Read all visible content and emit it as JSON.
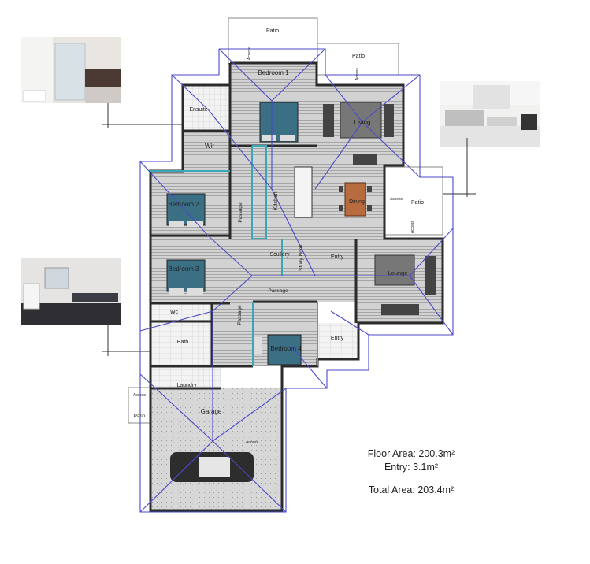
{
  "rooms": {
    "patio_top": "Patio",
    "patio_upper_right": "Patio",
    "patio_right": "Patio",
    "patio_left": "Patio",
    "bedroom1": "Bedroom 1",
    "bedroom2": "Bedroom 2",
    "bedroom3": "Bedroom 3",
    "bedroom4": "Bedroom 4",
    "ensuite": "Ensuite",
    "wir": "Wir",
    "living": "Living",
    "kitchen": "Kitchen",
    "dining": "Dining",
    "passage_left": "Passage",
    "passage_mid": "Passage",
    "passage_lower": "Passage",
    "scullery": "Scullery",
    "study_nook": "Study Nook",
    "entry_upper": "Entry",
    "entry_lower": "Entry",
    "lounge": "Lounge",
    "wc": "Wc",
    "bath": "Bath",
    "laundry": "Laundry",
    "garage": "Garage"
  },
  "notes": {
    "access_top": "Access",
    "access_living": "Access",
    "access_patio": "Access",
    "access_lounge": "Access",
    "access_laundry": "Access",
    "access_garage": "Access"
  },
  "areas": {
    "floor": "Floor Area: 200.3m²",
    "entry": "Entry: 3.1m²",
    "total": "Total Area: 203.4m²"
  },
  "colors": {
    "wall": "#2b2b2b",
    "floorboard": "#c9c9c9",
    "tile": "#f2f2f2",
    "garage_concrete": "#d4d4d4",
    "bed_teal": "#3a6f84",
    "roofline": "#4a4ac8",
    "teal_wall": "#3aa6b8"
  }
}
